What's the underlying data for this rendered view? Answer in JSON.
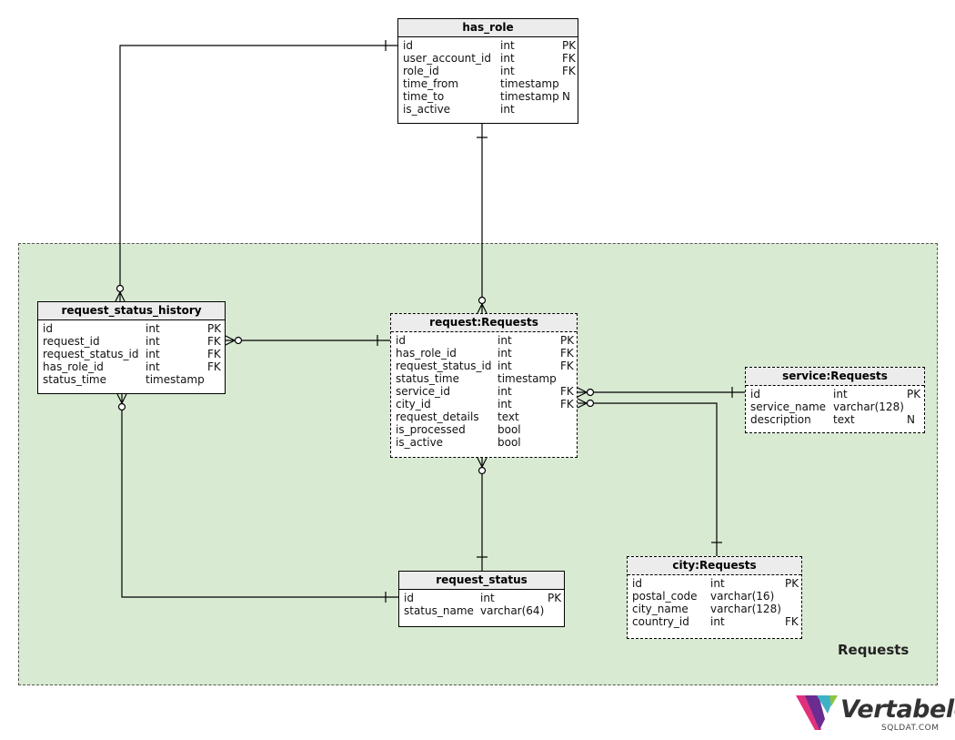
{
  "areas": [
    {
      "id": "requests-area",
      "label": "Requests"
    }
  ],
  "tables": [
    {
      "id": "has_role",
      "title": "has_role",
      "dashed": false,
      "rows": [
        {
          "name": "id",
          "type": "int",
          "key": "PK"
        },
        {
          "name": "user_account_id",
          "type": "int",
          "key": "FK"
        },
        {
          "name": "role_id",
          "type": "int",
          "key": "FK"
        },
        {
          "name": "time_from",
          "type": "timestamp",
          "key": ""
        },
        {
          "name": "time_to",
          "type": "timestamp",
          "key": "N"
        },
        {
          "name": "is_active",
          "type": "int",
          "key": ""
        }
      ]
    },
    {
      "id": "request_status_history",
      "title": "request_status_history",
      "dashed": false,
      "rows": [
        {
          "name": "id",
          "type": "int",
          "key": "PK"
        },
        {
          "name": "request_id",
          "type": "int",
          "key": "FK"
        },
        {
          "name": "request_status_id",
          "type": "int",
          "key": "FK"
        },
        {
          "name": "has_role_id",
          "type": "int",
          "key": "FK"
        },
        {
          "name": "status_time",
          "type": "timestamp",
          "key": ""
        }
      ]
    },
    {
      "id": "request",
      "title": "request:Requests",
      "dashed": true,
      "rows": [
        {
          "name": "id",
          "type": "int",
          "key": "PK"
        },
        {
          "name": "has_role_id",
          "type": "int",
          "key": "FK"
        },
        {
          "name": "request_status_id",
          "type": "int",
          "key": "FK"
        },
        {
          "name": "status_time",
          "type": "timestamp",
          "key": ""
        },
        {
          "name": "service_id",
          "type": "int",
          "key": "FK"
        },
        {
          "name": "city_id",
          "type": "int",
          "key": "FK"
        },
        {
          "name": "request_details",
          "type": "text",
          "key": ""
        },
        {
          "name": "is_processed",
          "type": "bool",
          "key": ""
        },
        {
          "name": "is_active",
          "type": "bool",
          "key": ""
        }
      ]
    },
    {
      "id": "service",
      "title": "service:Requests",
      "dashed": true,
      "rows": [
        {
          "name": "id",
          "type": "int",
          "key": "PK"
        },
        {
          "name": "service_name",
          "type": "varchar(128)",
          "key": ""
        },
        {
          "name": "description",
          "type": "text",
          "key": "N"
        }
      ]
    },
    {
      "id": "request_status",
      "title": "request_status",
      "dashed": false,
      "rows": [
        {
          "name": "id",
          "type": "int",
          "key": "PK"
        },
        {
          "name": "status_name",
          "type": "varchar(64)",
          "key": ""
        }
      ]
    },
    {
      "id": "city",
      "title": "city:Requests",
      "dashed": true,
      "rows": [
        {
          "name": "id",
          "type": "int",
          "key": "PK"
        },
        {
          "name": "postal_code",
          "type": "varchar(16)",
          "key": ""
        },
        {
          "name": "city_name",
          "type": "varchar(128)",
          "key": ""
        },
        {
          "name": "country_id",
          "type": "int",
          "key": "FK"
        }
      ]
    }
  ],
  "relationships": [
    {
      "id": "has_role-request_status_history",
      "one": "has_role",
      "many": "request_status_history"
    },
    {
      "id": "has_role-request",
      "one": "has_role",
      "many": "request"
    },
    {
      "id": "request-request_status_history",
      "one": "request",
      "many": "request_status_history"
    },
    {
      "id": "service-request",
      "one": "service",
      "many": "request"
    },
    {
      "id": "city-request",
      "one": "city",
      "many": "request"
    },
    {
      "id": "request_status-request",
      "one": "request_status",
      "many": "request"
    },
    {
      "id": "request_status-request_status_history",
      "one": "request_status",
      "many": "request_status_history"
    }
  ],
  "logo": {
    "word": "Vertabelo",
    "sub": "SQLDAT.COM",
    "colors": [
      "#e0317e",
      "#6a2c91",
      "#3fb3c6",
      "#8bc540"
    ]
  }
}
